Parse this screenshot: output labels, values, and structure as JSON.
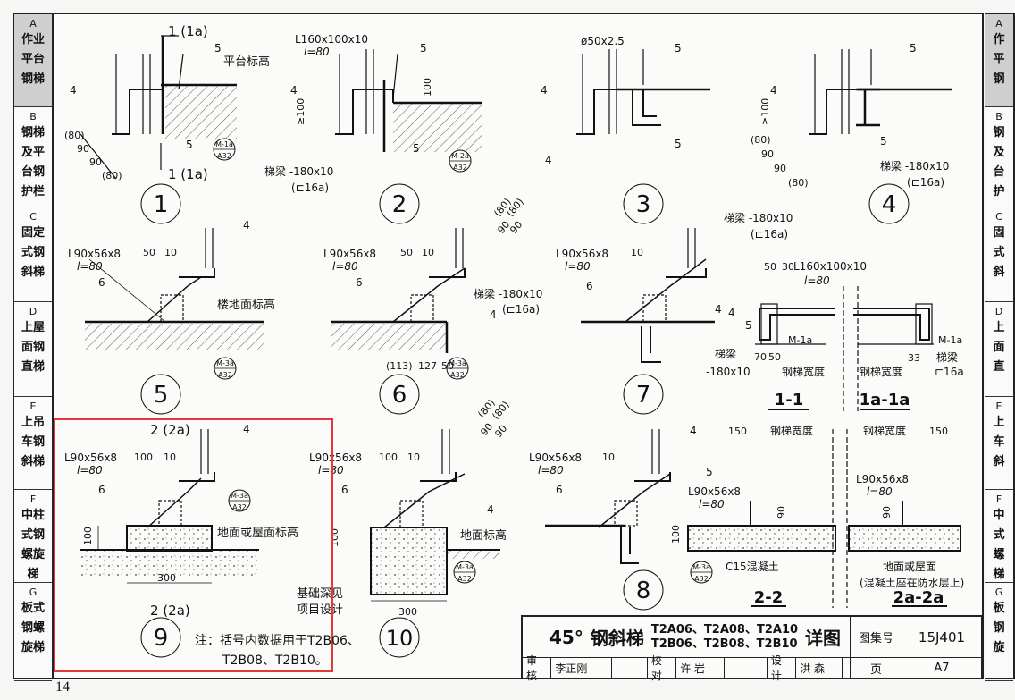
{
  "page_number": "14",
  "left_tabs": [
    {
      "letter": "A",
      "lines": [
        "作业",
        "平台",
        "钢梯"
      ],
      "active": true
    },
    {
      "letter": "B",
      "lines": [
        "钢梯",
        "及平",
        "台钢",
        "护栏"
      ],
      "active": false
    },
    {
      "letter": "C",
      "lines": [
        "固定",
        "式钢",
        "斜梯"
      ],
      "active": false
    },
    {
      "letter": "D",
      "lines": [
        "上屋",
        "面钢",
        "直梯"
      ],
      "active": false
    },
    {
      "letter": "E",
      "lines": [
        "上吊",
        "车钢",
        "斜梯"
      ],
      "active": false
    },
    {
      "letter": "F",
      "lines": [
        "中柱",
        "式钢",
        "螺旋",
        "梯"
      ],
      "active": false
    },
    {
      "letter": "G",
      "lines": [
        "板式",
        "钢螺",
        "旋梯"
      ],
      "active": false
    }
  ],
  "right_tabs": [
    {
      "letter": "A",
      "lines": [
        "作",
        "平",
        "钢"
      ]
    },
    {
      "letter": "B",
      "lines": [
        "钢",
        "及",
        "台",
        "护"
      ]
    },
    {
      "letter": "C",
      "lines": [
        "固",
        "式",
        "斜"
      ]
    },
    {
      "letter": "D",
      "lines": [
        "上",
        "面",
        "直"
      ]
    },
    {
      "letter": "E",
      "lines": [
        "上",
        "车",
        "斜"
      ]
    },
    {
      "letter": "F",
      "lines": [
        "中",
        "式",
        "螺",
        "梯"
      ]
    },
    {
      "letter": "G",
      "lines": [
        "板",
        "钢",
        "旋"
      ]
    }
  ],
  "details": {
    "d1": {
      "num": "1",
      "cut_top": "1 (1a)",
      "cut_bottom": "1 (1a)",
      "label_platform": "平台标高",
      "weld": "5",
      "weld4": "4",
      "dims": [
        "(80)",
        "90",
        "90",
        "(80)"
      ],
      "ref_top": "M-1a",
      "ref_bot": "A32"
    },
    "d2": {
      "num": "2",
      "angle": "L160x100x10",
      "len": "l=80",
      "beam": "梯梁 -180x10",
      "beam2": "(⊏16a)",
      "dim": "≥100",
      "dim2": "100",
      "ref_top": "M-2a",
      "ref_bot": "A32",
      "weld": "5",
      "weld4": "4"
    },
    "d3": {
      "num": "3",
      "pipe": "ø50x2.5",
      "weld": "5",
      "weld4": "4"
    },
    "d4": {
      "num": "4",
      "beam": "梯梁 -180x10",
      "beam2": "(⊏16a)",
      "dim": "≥100",
      "dims": [
        "(80)",
        "90",
        "90",
        "(80)"
      ],
      "weld": "5",
      "weld4": "4"
    },
    "d5": {
      "num": "5",
      "angle": "L90x56x8",
      "len": "l=80",
      "dims": [
        "50",
        "10"
      ],
      "label": "楼地面标高",
      "weld": "6",
      "weld4": "4",
      "ref_top": "M-3a",
      "ref_bot": "A32"
    },
    "d6": {
      "num": "6",
      "angle": "L90x56x8",
      "len": "l=80",
      "dims": [
        "50",
        "10"
      ],
      "beam": "梯梁 -180x10",
      "beam2": "(⊏16a)",
      "bot_dims": [
        "(113)",
        "127",
        "50"
      ],
      "top_dims": [
        "(80)",
        "(80)",
        "90",
        "90"
      ],
      "weld": "6",
      "weld4": "4",
      "ref_top": "M-3a",
      "ref_bot": "A32"
    },
    "d7": {
      "num": "7",
      "angle": "L90x56x8",
      "len": "l=80",
      "dim": "10",
      "beam": "梯梁 -180x10",
      "beam2": "(⊏16a)",
      "weld": "6",
      "weld4": "4"
    },
    "s11": {
      "title": "1-1",
      "angle": "L160x100x10",
      "len": "l=80",
      "dims": [
        "50",
        "30"
      ],
      "m": "M-1a",
      "beam": "梯梁",
      "beam2": "-180x10",
      "bot_dims": [
        "70",
        "50"
      ],
      "width": "钢梯宽度",
      "weld": "5",
      "weld4": "4"
    },
    "s1a": {
      "title": "1a-1a",
      "m": "M-1a",
      "dim": "33",
      "beam": "梯梁",
      "beam2": "⊏16a",
      "width": "钢梯宽度"
    },
    "d9": {
      "num": "9",
      "cut_top": "2 (2a)",
      "cut_bottom": "2 (2a)",
      "angle": "L90x56x8",
      "len": "l=80",
      "dims": [
        "100",
        "10"
      ],
      "h": "100",
      "w": "300",
      "label": "地面或屋面标高",
      "weld": "6",
      "weld4": "4",
      "ref_top": "M-3a",
      "ref_bot": "A32"
    },
    "d10": {
      "num": "10",
      "angle": "L90x56x8",
      "len": "l=80",
      "dims": [
        "100",
        "10"
      ],
      "h": "100",
      "w": "300",
      "label": "地面标高",
      "found1": "基础深见",
      "found2": "项目设计",
      "top_dims": [
        "(80)",
        "(80)",
        "90",
        "90"
      ],
      "weld": "6",
      "weld4": "4",
      "ref_top": "M-3a",
      "ref_bot": "A32"
    },
    "d8": {
      "num": "8",
      "angle": "L90x56x8",
      "len": "l=80",
      "dim": "10",
      "weld": "6",
      "weld4": "4"
    },
    "s22": {
      "title": "2-2",
      "dim": "150",
      "width": "钢梯宽度",
      "angle": "L90x56x8",
      "len": "l=80",
      "h": "90",
      "h2": "100",
      "concrete": "C15混凝土",
      "weld": "5",
      "ref_top": "M-3a",
      "ref_bot": "A32"
    },
    "s2a": {
      "title": "2a-2a",
      "width": "钢梯宽度",
      "dim": "150",
      "angle": "L90x56x8",
      "len": "l=80",
      "h": "90",
      "ground1": "地面或屋面",
      "ground2": "(混凝土座在防水层上)"
    }
  },
  "note": {
    "line1": "注：括号内数据用于T2B06、",
    "line2": "T2B08、T2B10。"
  },
  "title_block": {
    "angle": "45°",
    "name": "钢斜梯",
    "codes1": "T2A06、T2A08、T2A10",
    "codes2": "T2B06、T2B08、T2B10",
    "suffix": "详图",
    "atlas_label": "图集号",
    "atlas_no": "15J401",
    "page_label": "页",
    "page_no": "A7",
    "sign": [
      "审核",
      "李正刚",
      "校对",
      "许 岩",
      "设计",
      "洪 森"
    ]
  },
  "colors": {
    "highlight": "#e23a3a",
    "ink": "#111111",
    "active_tab": "#cfcfcf"
  }
}
